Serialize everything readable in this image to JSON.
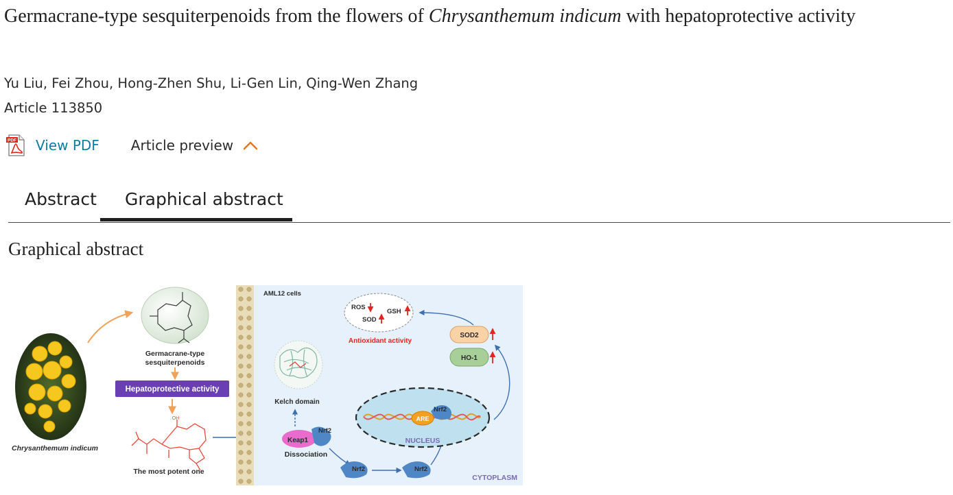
{
  "article": {
    "title_before": "Germacrane-type sesquiterpenoids from the flowers of ",
    "title_italic": "Chrysanthemum indicum",
    "title_after": " with hepatoprotective activity",
    "authors": "Yu Liu, Fei Zhou, Hong-Zhen Shu, Li-Gen Lin, Qing-Wen Zhang",
    "article_number": "Article 113850"
  },
  "actions": {
    "pdf_icon_label": "PDF",
    "view_pdf": "View PDF",
    "article_preview": "Article preview"
  },
  "tabs": [
    {
      "label": "Abstract",
      "active": false
    },
    {
      "label": "Graphical abstract",
      "active": true
    }
  ],
  "section": {
    "heading": "Graphical abstract"
  },
  "graphical_abstract": {
    "germacrane_line1": "Germacrane-type",
    "germacrane_line2": "sesquiterpenoids",
    "hepatoprotective": "Hepatoprotective activity",
    "plant": "Chrysanthemum indicum",
    "most_potent": "The most potent one",
    "cells": "AML12 cells",
    "ros": "ROS",
    "gsh": "GSH",
    "sod": "SOD",
    "antioxidant": "Antioxidant activity",
    "sod2": "SOD2",
    "ho1": "HO-1",
    "kelch": "Kelch domain",
    "keap1": "Keap1",
    "nrf2": "Nrf2",
    "dissociation": "Dissociation",
    "are": "ARE",
    "nucleus": "NUCLEUS",
    "cytoplasm": "CYTOPLASM",
    "oh": "OH"
  },
  "colors": {
    "link": "#0c7da0",
    "accent_orange": "#e8731a",
    "arrow_orange": "#f1a25a",
    "purple_box": "#6a3fb3",
    "red_text": "#e52421",
    "red_structure": "#e8493a",
    "blue_arrow": "#3f6fb0",
    "pink_keap1": "#e96ccc",
    "nrf2_blue": "#4f86c6",
    "cytoplasm_bg": "#e6f1fb",
    "nucleus_bg": "#bfe1ef"
  }
}
